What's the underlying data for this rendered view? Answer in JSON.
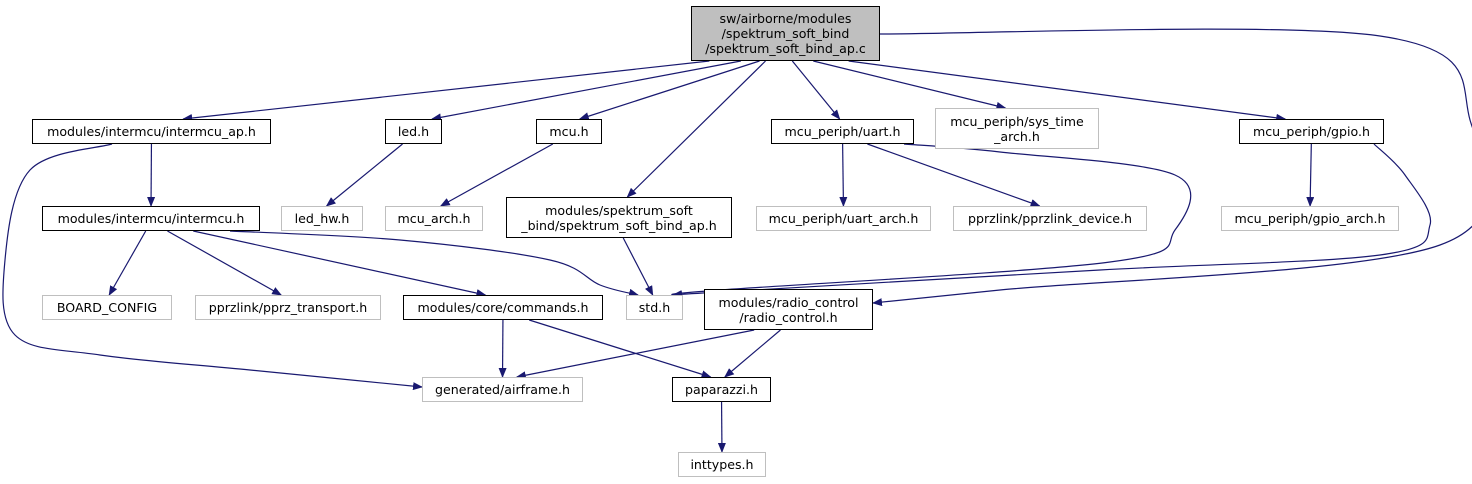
{
  "diagram": {
    "colors": {
      "edge": "#191970",
      "solid_border": "#000000",
      "ghost_border": "#bfbfbf",
      "focus_fill": "#bfbfbf"
    },
    "nodes": {
      "root": {
        "lines": [
          "sw/airborne/modules",
          "/spektrum_soft_bind",
          "/spektrum_soft_bind_ap.c"
        ],
        "style": "focus"
      },
      "intermcu_ap": {
        "lines": [
          "modules/intermcu/intermcu_ap.h"
        ],
        "style": "solid"
      },
      "led": {
        "lines": [
          "led.h"
        ],
        "style": "solid"
      },
      "mcu": {
        "lines": [
          "mcu.h"
        ],
        "style": "solid"
      },
      "uart": {
        "lines": [
          "mcu_periph/uart.h"
        ],
        "style": "solid"
      },
      "sys_time_arch": {
        "lines": [
          "mcu_periph/sys_time",
          "_arch.h"
        ],
        "style": "ghost"
      },
      "gpio": {
        "lines": [
          "mcu_periph/gpio.h"
        ],
        "style": "solid"
      },
      "intermcu": {
        "lines": [
          "modules/intermcu/intermcu.h"
        ],
        "style": "solid"
      },
      "led_hw": {
        "lines": [
          "led_hw.h"
        ],
        "style": "ghost"
      },
      "mcu_arch": {
        "lines": [
          "mcu_arch.h"
        ],
        "style": "ghost"
      },
      "soft_bind_ap_h": {
        "lines": [
          "modules/spektrum_soft",
          "_bind/spektrum_soft_bind_ap.h"
        ],
        "style": "solid"
      },
      "uart_arch": {
        "lines": [
          "mcu_periph/uart_arch.h"
        ],
        "style": "ghost"
      },
      "pprzlink_device": {
        "lines": [
          "pprzlink/pprzlink_device.h"
        ],
        "style": "ghost"
      },
      "gpio_arch": {
        "lines": [
          "mcu_periph/gpio_arch.h"
        ],
        "style": "ghost"
      },
      "board_config": {
        "lines": [
          "BOARD_CONFIG"
        ],
        "style": "ghost"
      },
      "pprz_transport": {
        "lines": [
          "pprzlink/pprz_transport.h"
        ],
        "style": "ghost"
      },
      "commands": {
        "lines": [
          "modules/core/commands.h"
        ],
        "style": "solid"
      },
      "std": {
        "lines": [
          "std.h"
        ],
        "style": "ghost"
      },
      "radio_control": {
        "lines": [
          "modules/radio_control",
          "/radio_control.h"
        ],
        "style": "solid"
      },
      "airframe": {
        "lines": [
          "generated/airframe.h"
        ],
        "style": "ghost"
      },
      "paparazzi": {
        "lines": [
          "paparazzi.h"
        ],
        "style": "solid"
      },
      "inttypes": {
        "lines": [
          "inttypes.h"
        ],
        "style": "ghost"
      }
    },
    "edges": [
      [
        "root",
        "intermcu_ap"
      ],
      [
        "root",
        "led"
      ],
      [
        "root",
        "mcu"
      ],
      [
        "root",
        "soft_bind_ap_h"
      ],
      [
        "root",
        "uart"
      ],
      [
        "root",
        "sys_time_arch"
      ],
      [
        "root",
        "gpio"
      ],
      [
        "root",
        "radio_control"
      ],
      [
        "intermcu_ap",
        "intermcu"
      ],
      [
        "intermcu_ap",
        "airframe"
      ],
      [
        "led",
        "led_hw"
      ],
      [
        "mcu",
        "mcu_arch"
      ],
      [
        "uart",
        "uart_arch"
      ],
      [
        "uart",
        "pprzlink_device"
      ],
      [
        "uart",
        "std"
      ],
      [
        "gpio",
        "gpio_arch"
      ],
      [
        "gpio",
        "std"
      ],
      [
        "intermcu",
        "board_config"
      ],
      [
        "intermcu",
        "pprz_transport"
      ],
      [
        "intermcu",
        "commands"
      ],
      [
        "intermcu",
        "std"
      ],
      [
        "soft_bind_ap_h",
        "std"
      ],
      [
        "commands",
        "airframe"
      ],
      [
        "commands",
        "paparazzi"
      ],
      [
        "radio_control",
        "airframe"
      ],
      [
        "radio_control",
        "paparazzi"
      ],
      [
        "paparazzi",
        "inttypes"
      ]
    ]
  }
}
